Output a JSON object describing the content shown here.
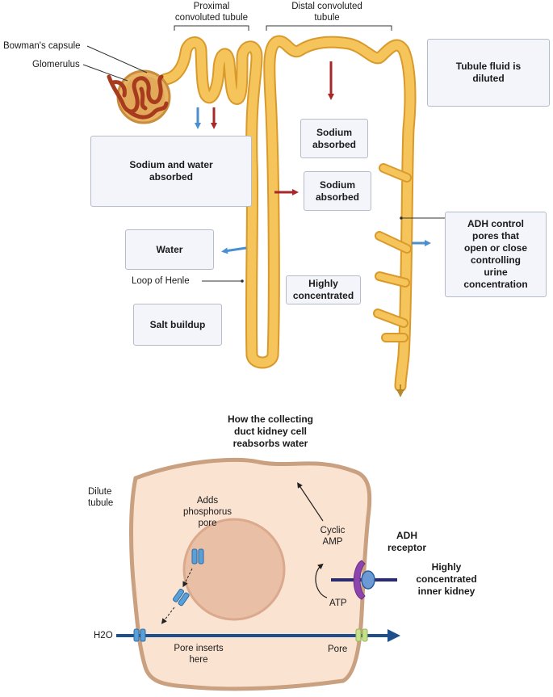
{
  "labels": {
    "proximal": "Proximal\nconvoluted tubule",
    "distal": "Distal convoluted\ntubule",
    "bowmans": "Bowman's capsule",
    "glomerulus": "Glomerulus",
    "loop_of_henle": "Loop of Henle",
    "collecting_title": "How the collecting\nduct kidney cell\nreabsorbs water",
    "dilute_tubule": "Dilute\ntubule",
    "adds_pore": "Adds\nphosphorus\npore",
    "cyclic_amp": "Cyclic\nAMP",
    "atp": "ATP",
    "adh_receptor": "ADH\nreceptor",
    "highly_conc_inner": "Highly\nconcentrated\ninner kidney",
    "h2o": "H2O",
    "pore_inserts": "Pore inserts\nhere",
    "pore": "Pore"
  },
  "boxes": {
    "tubule_diluted": "Tubule fluid is\ndiluted",
    "sodium_water": "Sodium and water\nabsorbed",
    "sodium_1": "Sodium\nabsorbed",
    "sodium_2": "Sodium\nabsorbed",
    "water": "Water",
    "adh_control": "ADH control\npores that\nopen or close\ncontrolling\nurine\nconcentration",
    "highly_concentrated": "Highly\nconcentrated",
    "salt_buildup": "Salt buildup"
  },
  "colors": {
    "tubule": "#f5c45a",
    "tubule_edge": "#d99a2b",
    "sodium_arrow": "#a8282a",
    "water_arrow": "#4a8fd0",
    "cell_fill": "#fbe3d2",
    "cell_edge": "#c9a080",
    "nucleus": "#e9bfa6",
    "h2o_arrow": "#1f4e8c",
    "receptor": "#8e44ad"
  }
}
